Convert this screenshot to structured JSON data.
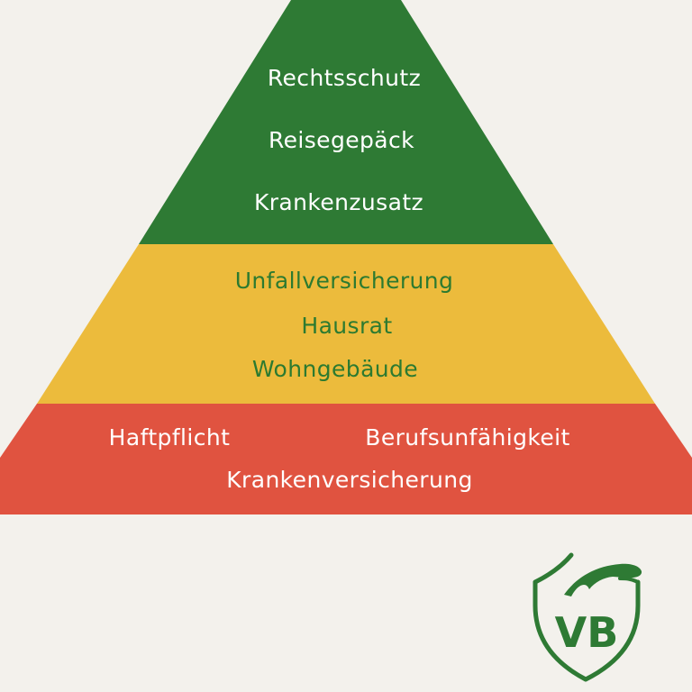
{
  "colors": {
    "background": "#f3f1ec",
    "top_tier": "#2e7a34",
    "middle_tier": "#ecbb3c",
    "bottom_tier": "#e05340",
    "white_text": "#ffffff",
    "green_text": "#2c7a30",
    "logo": "#2e7a34"
  },
  "pyramid": {
    "top": {
      "items": [
        "Rechtsschutz",
        "Reisegepäck",
        "Krankenzusatz"
      ]
    },
    "middle": {
      "items": [
        "Unfallversicherung",
        "Hausrat",
        "Wohngebäude"
      ]
    },
    "bottom": {
      "items": [
        "Haftpflicht",
        "Berufsunfähigkeit",
        "Krankenversicherung"
      ]
    }
  },
  "logo": {
    "text": "VB",
    "icon": "shield-hand-icon"
  }
}
